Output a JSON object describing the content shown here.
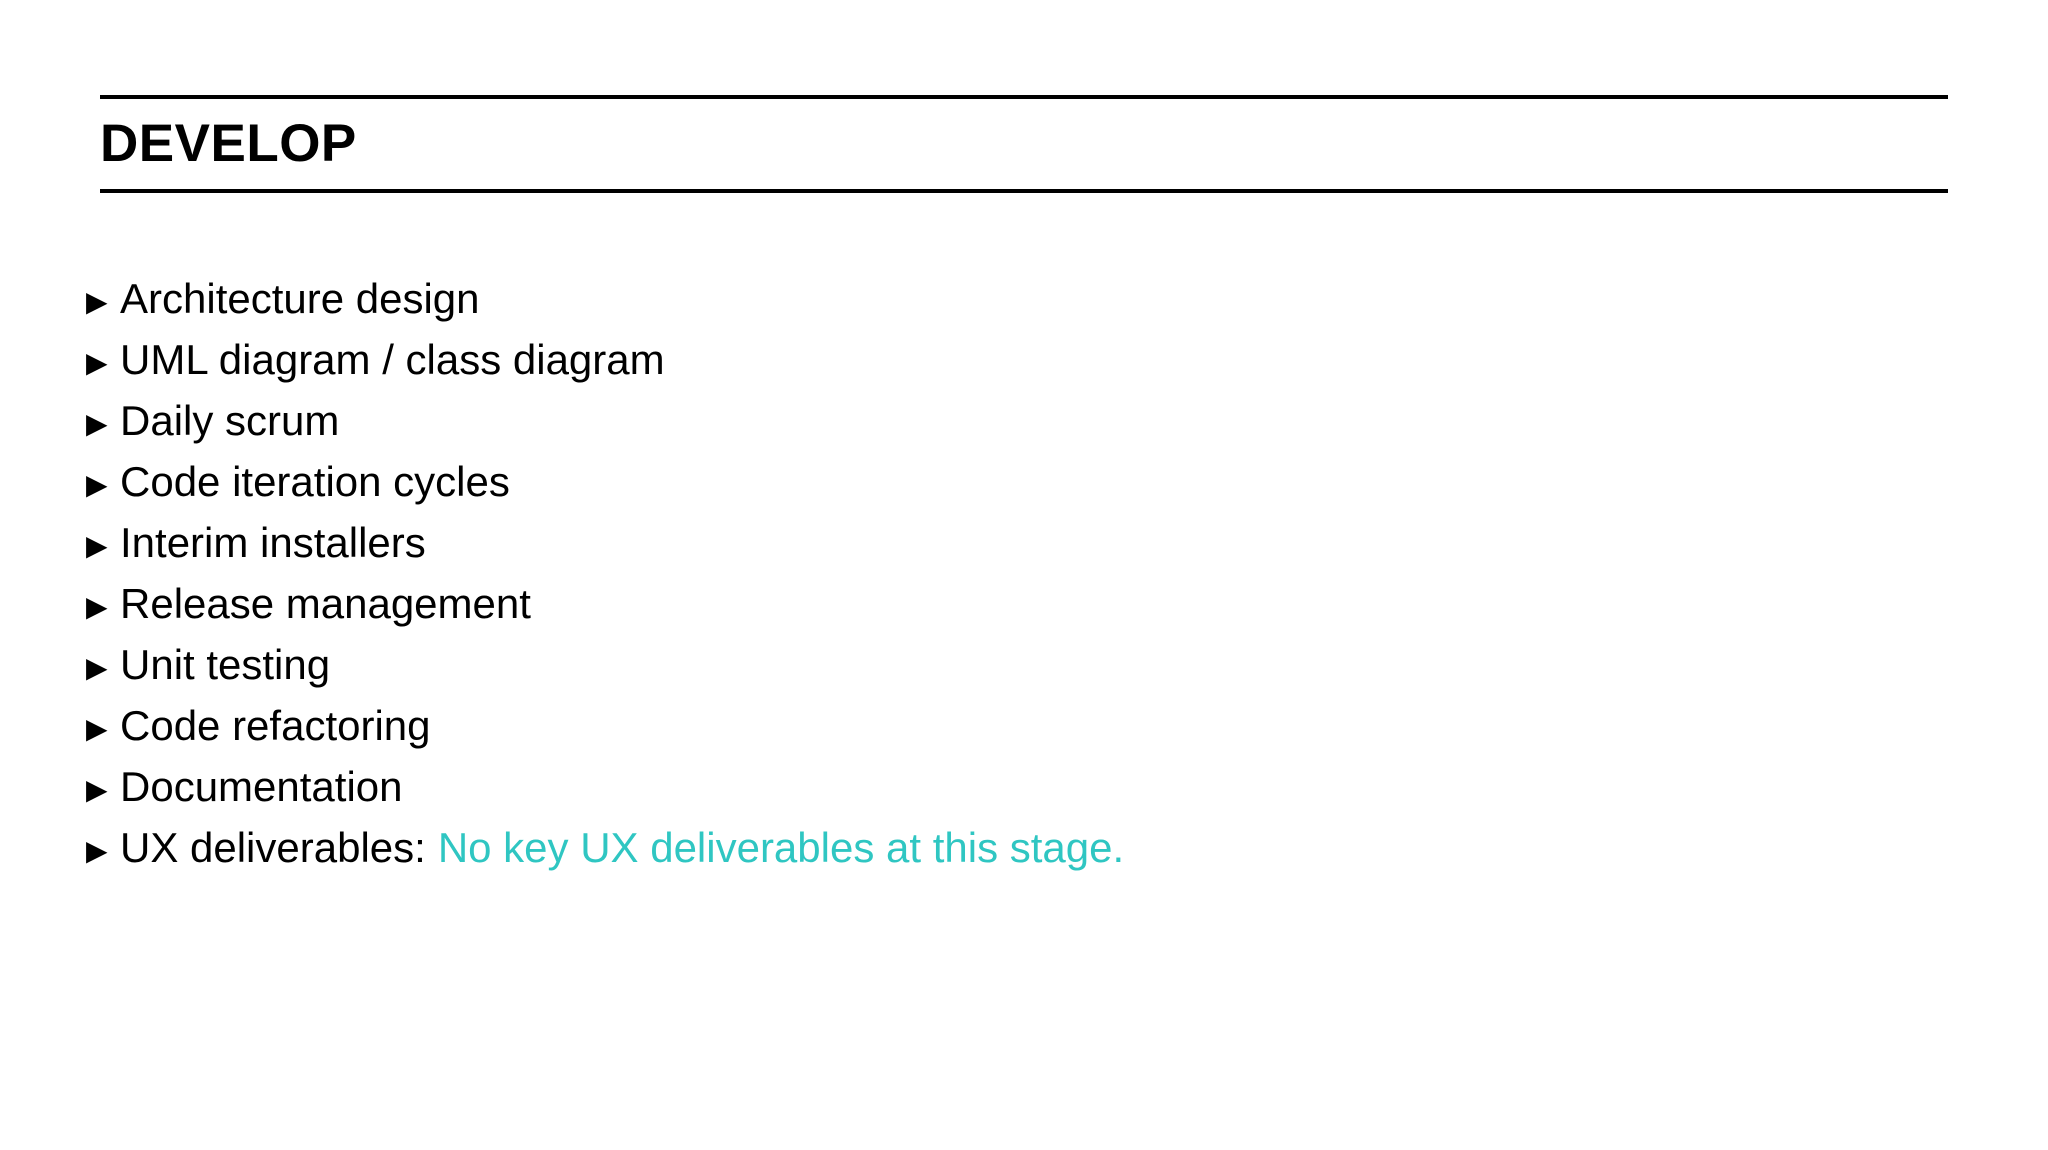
{
  "slide": {
    "title": "DEVELOP",
    "bullet_glyph": "▶",
    "accent_color": "#2FC6C2",
    "text_color": "#000000",
    "background_color": "#FFFFFF",
    "items": [
      {
        "label": "Architecture design",
        "accent": ""
      },
      {
        "label": "UML diagram / class diagram",
        "accent": ""
      },
      {
        "label": "Daily scrum",
        "accent": ""
      },
      {
        "label": "Code iteration cycles",
        "accent": ""
      },
      {
        "label": "Interim installers",
        "accent": ""
      },
      {
        "label": "Release management",
        "accent": ""
      },
      {
        "label": "Unit testing",
        "accent": ""
      },
      {
        "label": "Code refactoring",
        "accent": ""
      },
      {
        "label": "Documentation",
        "accent": ""
      },
      {
        "label": "UX deliverables:",
        "accent": "No key UX deliverables at this stage."
      }
    ]
  }
}
